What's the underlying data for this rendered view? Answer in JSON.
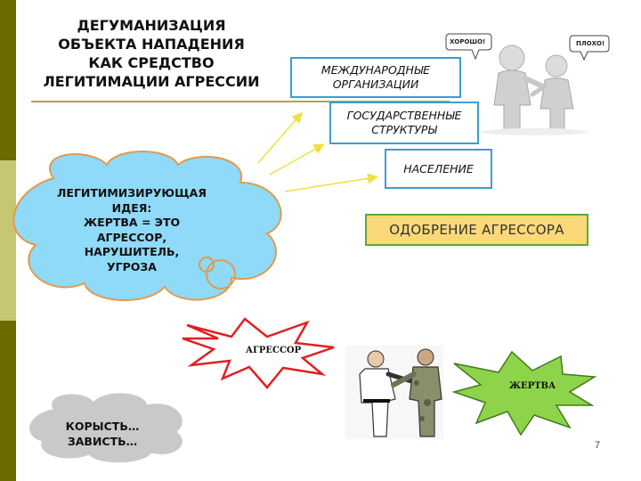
{
  "title": "ДЕГУМАНИЗАЦИЯ\nОБЪЕКТА НАПАДЕНИЯ\nКАК СРЕДСТВО\nЛЕГИТИМАЦИИ АГРЕССИИ",
  "cloud_text": "ЛЕГИТИМИЗИРУЮЩАЯ\nИДЕЯ:\nЖЕРТВА = ЭТО\nАГРЕССОР,\nНАРУШИТЕЛЬ,\nУГРОЗА",
  "targets": {
    "international": "МЕЖДУНАРОДНЫЕ ОРГАНИЗАЦИИ",
    "state": "ГОСУДАРСТВЕННЫЕ СТРУКТУРЫ",
    "population": "НАСЕЛЕНИЕ"
  },
  "approval": "ОДОБРЕНИЕ АГРЕССОРА",
  "speech": {
    "good": "ХОРОШО!",
    "bad": "ПЛОХО!"
  },
  "aggressor": "АГРЕССОР",
  "victim": "ЖЕРТВА",
  "greed_envy": "КОРЫСТЬ…\nЗАВИСТЬ…",
  "page_number": "7",
  "colors": {
    "sidebar_dark": "#6b6b00",
    "sidebar_light": "#c7c771",
    "cloud_fill": "#8fd9f9",
    "box_border": "#3a9fd0",
    "approval_fill": "#fbd978",
    "approval_border": "#5faa35",
    "arrow": "#f0e040",
    "aggressor_fill": "#ffffff",
    "aggressor_border": "#e02020",
    "victim_fill": "#8ed44a",
    "victim_border": "#3f7a1c",
    "greed_fill": "#c9c9c9"
  }
}
